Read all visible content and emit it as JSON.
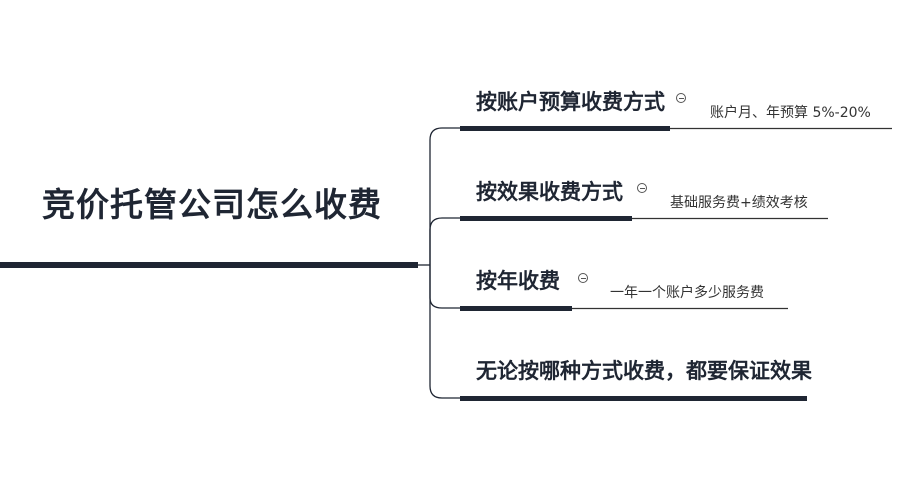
{
  "mindmap": {
    "root": {
      "label": "竞价托管公司怎么收费"
    },
    "branches": [
      {
        "label": "按账户预算收费方式",
        "note": "账户月、年预算 5%-20%",
        "collapse_icon": "collapse-icon"
      },
      {
        "label": "按效果收费方式",
        "note": "基础服务费+绩效考核",
        "collapse_icon": "collapse-icon"
      },
      {
        "label": "按年收费",
        "note": "一年一个账户多少服务费",
        "collapse_icon": "collapse-icon"
      },
      {
        "label": "无论按哪种方式收费，都要保证效果",
        "note": ""
      }
    ],
    "colors": {
      "line": "#1f2633",
      "text": "#1f2633"
    }
  }
}
